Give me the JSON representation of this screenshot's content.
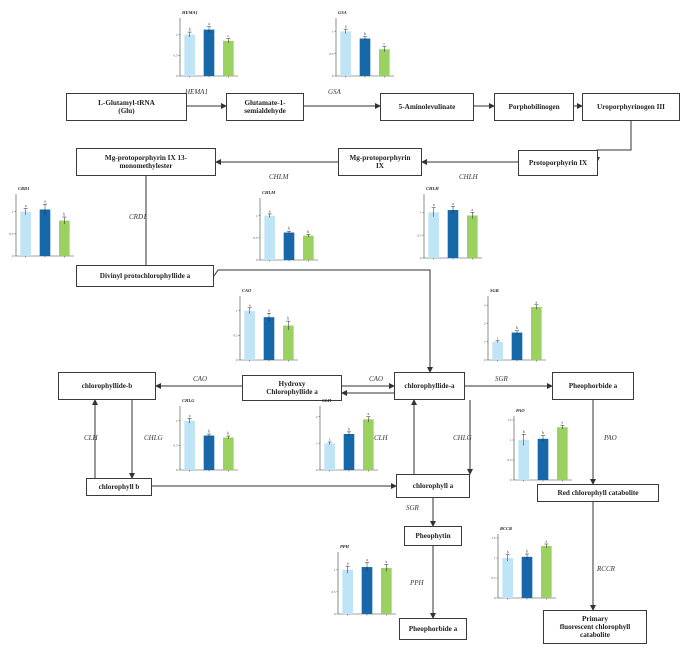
{
  "nodes": {
    "glu": "L-Glutamyl-tRNA\n(Glu)",
    "gsa": "Glutamate-1-\nsemialdehyde",
    "ala": "5-Aminolevulinate",
    "pbg": "Porphobilinogen",
    "uro": "Uroporphyrinogen III",
    "proto": "Protoporphyrin IX",
    "mgproto": "Mg-protoporphyrin\nIX",
    "mgme": "Mg-protoporphyrin IX 13-\nmonomethylester",
    "dvpchlide": "Divinyl protochlorophyllide a",
    "chlideb": "chlorophyllide-b",
    "hydroxy": "Hydroxy\nChlorophyllide a",
    "chlidea": "chlorophyllide-a",
    "pheide1": "Pheophorbide a",
    "chlb": "chlorophyll b",
    "chla": "chlorophyll a",
    "rcc": "Red chlorophyll catabolite",
    "pheophytin": "Pheophytin",
    "pheide2": "Pheophorbide a",
    "pfcc": "Primary\nfluorescent chlorophyll\ncatabolite"
  },
  "enzymes": {
    "hema1": "HEMA1",
    "gsa": "GSA",
    "chlh": "CHLH",
    "chlm": "CHLM",
    "crd1": "CRD1",
    "cao_left": "CAO",
    "cao_right": "CAO",
    "sgr_top": "SGR",
    "clh_left": "CLH",
    "chlg_left": "CHLG",
    "clh_mid": "CLH",
    "chlg_mid": "CHLG",
    "pao": "PAO",
    "sgr_bottom": "SGR",
    "pph": "PPH",
    "rccr": "RCCR"
  },
  "colors": [
    "#bfe4f6",
    "#1668a8",
    "#9bd160"
  ],
  "chart_data": [
    {
      "type": "bar",
      "gene": "HEMA1",
      "title": "HEMA1",
      "values": [
        1.0,
        1.12,
        0.85
      ],
      "errors": [
        0.06,
        0.07,
        0.05
      ],
      "ylim": [
        0,
        1.4
      ],
      "letters": [
        "b",
        "a",
        "c"
      ]
    },
    {
      "type": "bar",
      "gene": "GSA",
      "title": "GSA",
      "values": [
        1.0,
        0.84,
        0.6
      ],
      "errors": [
        0.05,
        0.04,
        0.06
      ],
      "ylim": [
        0,
        1.3
      ],
      "letters": [
        "a",
        "b",
        "c"
      ]
    },
    {
      "type": "bar",
      "gene": "CRD1",
      "title": "CRD1",
      "values": [
        1.0,
        1.05,
        0.8
      ],
      "errors": [
        0.07,
        0.12,
        0.08
      ],
      "ylim": [
        0,
        1.4
      ],
      "letters": [
        "a",
        "a",
        "b"
      ]
    },
    {
      "type": "bar",
      "gene": "CHLM",
      "title": "CHLM",
      "values": [
        1.0,
        0.62,
        0.55
      ],
      "errors": [
        0.04,
        0.03,
        0.03
      ],
      "ylim": [
        0,
        1.4
      ],
      "letters": [
        "a",
        "b",
        "b"
      ]
    },
    {
      "type": "bar",
      "gene": "CHLH",
      "title": "CHLH",
      "values": [
        1.0,
        1.05,
        0.93
      ],
      "errors": [
        0.1,
        0.08,
        0.07
      ],
      "ylim": [
        0,
        1.4
      ],
      "letters": [
        "a",
        "a",
        "a"
      ]
    },
    {
      "type": "bar",
      "gene": "CAO",
      "title": "CAO",
      "values": [
        1.0,
        0.87,
        0.7
      ],
      "errors": [
        0.06,
        0.08,
        0.09
      ],
      "ylim": [
        0,
        1.3
      ],
      "letters": [
        "a",
        "a",
        "b"
      ]
    },
    {
      "type": "bar",
      "gene": "SGR",
      "title": "SGR",
      "values": [
        1.0,
        1.5,
        2.9
      ],
      "errors": [
        0.05,
        0.1,
        0.12
      ],
      "ylim": [
        0,
        3.5
      ],
      "letters": [
        "c",
        "b",
        "a"
      ]
    },
    {
      "type": "bar",
      "gene": "CHLG",
      "title": "CHLG",
      "values": [
        1.0,
        0.7,
        0.66
      ],
      "errors": [
        0.05,
        0.03,
        0.03
      ],
      "ylim": [
        0,
        1.3
      ],
      "letters": [
        "a",
        "b",
        "b"
      ]
    },
    {
      "type": "bar",
      "gene": "CLH",
      "title": "CLH",
      "values": [
        1.0,
        1.35,
        1.9
      ],
      "errors": [
        0.05,
        0.08,
        0.1
      ],
      "ylim": [
        0,
        2.4
      ],
      "letters": [
        "c",
        "b",
        "a"
      ]
    },
    {
      "type": "bar",
      "gene": "PAO",
      "title": "PAO",
      "values": [
        1.0,
        1.03,
        1.32
      ],
      "errors": [
        0.14,
        0.08,
        0.05
      ],
      "ylim": [
        0,
        1.6
      ],
      "letters": [
        "b",
        "b",
        "a"
      ]
    },
    {
      "type": "bar",
      "gene": "RCCR",
      "title": "RCCR",
      "values": [
        1.0,
        1.03,
        1.3
      ],
      "errors": [
        0.08,
        0.07,
        0.05
      ],
      "ylim": [
        0,
        1.6
      ],
      "letters": [
        "b",
        "b",
        "a"
      ]
    },
    {
      "type": "bar",
      "gene": "PPH",
      "title": "PPH",
      "values": [
        1.0,
        1.06,
        1.04
      ],
      "errors": [
        0.08,
        0.1,
        0.08
      ],
      "ylim": [
        0,
        1.4
      ],
      "letters": [
        "a",
        "a",
        "a"
      ]
    }
  ]
}
